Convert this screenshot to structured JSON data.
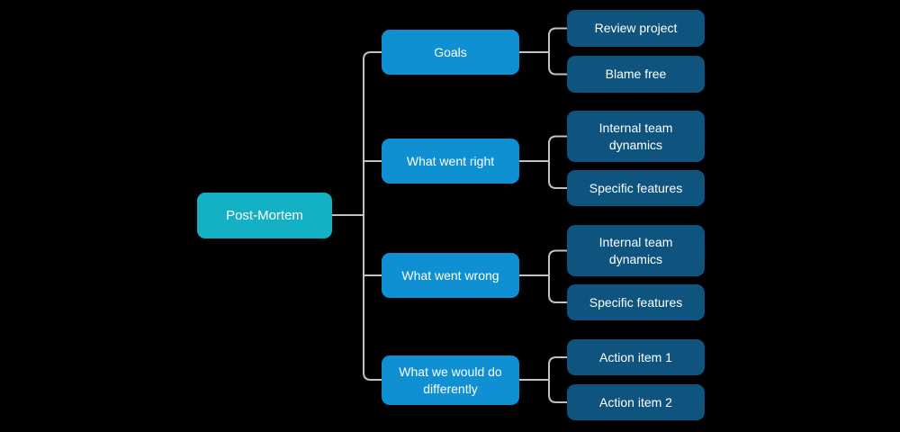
{
  "colors": {
    "background": "#000000",
    "root_node": "#14b1c5",
    "branch_node": "#0e90d3",
    "leaf_node": "#0f547e",
    "connector": "#c2c2c2",
    "text": "#ffffff"
  },
  "mindmap": {
    "root": {
      "label": "Post-Mortem"
    },
    "branches": [
      {
        "label": "Goals",
        "children": [
          {
            "label": "Review project"
          },
          {
            "label": "Blame free"
          }
        ]
      },
      {
        "label": "What went right",
        "children": [
          {
            "label": "Internal team dynamics"
          },
          {
            "label": "Specific features"
          }
        ]
      },
      {
        "label": "What went wrong",
        "children": [
          {
            "label": "Internal team dynamics"
          },
          {
            "label": "Specific features"
          }
        ]
      },
      {
        "label": "What we would do differently",
        "children": [
          {
            "label": "Action item 1"
          },
          {
            "label": "Action item 2"
          }
        ]
      }
    ]
  }
}
